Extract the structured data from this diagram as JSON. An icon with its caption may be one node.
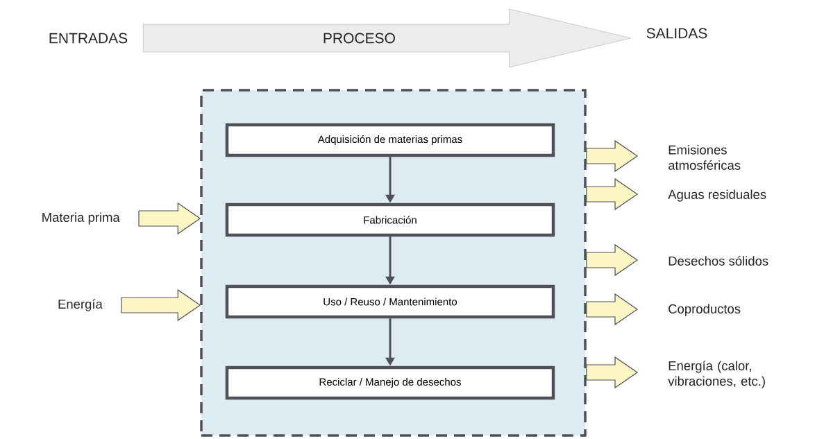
{
  "diagram": {
    "nodes": [
      {
        "text": [
          "ENTRADAS"
        ]
      },
      {
        "text": [
          "SALIDAS"
        ]
      },
      {
        "text": [],
        "shape": "box"
      },
      {
        "text": [
          "Adquisición de materias primas"
        ],
        "in": 2
      },
      {
        "text": [
          "Fabricación"
        ],
        "in": 2
      },
      {
        "text": [
          "Uso / Reuso / Mantenimiento"
        ],
        "in": 2
      },
      {
        "text": [
          "Reciclar / Manejo de desechos"
        ],
        "in": 2
      },
      {
        "text": [
          "Materia prima"
        ]
      },
      {
        "text": [
          "Energía"
        ]
      },
      {
        "text": [
          "Emisiones atmosféricas"
        ]
      },
      {
        "text": [
          "Aguas residuales"
        ]
      },
      {
        "text": [
          "Desechos sólidos"
        ]
      },
      {
        "text": [
          "Coproductos"
        ]
      },
      {
        "text": [
          "Energía (calor, vibraciones, etc.)"
        ]
      }
    ],
    "edges": [
      {
        "from": 0,
        "to": 1,
        "arrow": "to",
        "label": "PROCESO",
        "style": "thick",
        "color": "#ececec"
      },
      {
        "from": 3,
        "to": 4,
        "arrow": "to"
      },
      {
        "from": 4,
        "to": 5,
        "arrow": "to"
      },
      {
        "from": 5,
        "to": 6,
        "arrow": "to"
      },
      {
        "from": 7,
        "to": 2,
        "arrow": "to",
        "style": "thick"
      },
      {
        "from": 8,
        "to": 2,
        "arrow": "to",
        "style": "thick"
      },
      {
        "from": 2,
        "to": 9,
        "arrow": "to",
        "style": "thick"
      },
      {
        "from": 2,
        "to": 10,
        "arrow": "to",
        "style": "thick"
      },
      {
        "from": 2,
        "to": 11,
        "arrow": "to",
        "style": "thick"
      },
      {
        "from": 2,
        "to": 12,
        "arrow": "to",
        "style": "thick"
      },
      {
        "from": 2,
        "to": 13,
        "arrow": "to",
        "style": "thick"
      }
    ]
  }
}
